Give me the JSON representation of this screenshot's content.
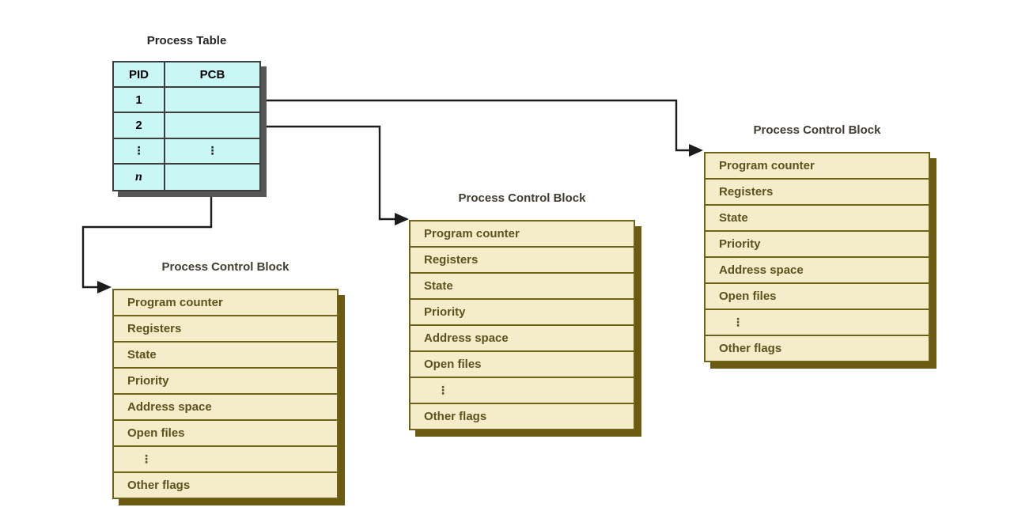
{
  "process_table": {
    "title": "Process Table",
    "columns": [
      "PID",
      "PCB"
    ],
    "rows": [
      {
        "pid": "1",
        "pcb": "pointer-bullet"
      },
      {
        "pid": "2",
        "pcb": "pointer-bullet"
      },
      {
        "pid": "⋮",
        "pcb": "⋮"
      },
      {
        "pid": "n",
        "pcb": "pointer-bullet"
      }
    ]
  },
  "pcb": {
    "title": "Process Control Block",
    "fields": [
      "Program counter",
      "Registers",
      "State",
      "Priority",
      "Address space",
      "Open files",
      "⋮",
      "Other flags"
    ]
  },
  "connections": [
    {
      "from_pid": "1",
      "to_block": "pcb-right"
    },
    {
      "from_pid": "2",
      "to_block": "pcb-middle"
    },
    {
      "from_pid": "n",
      "to_block": "pcb-bottom-left"
    }
  ],
  "colors": {
    "table_fill": "#c9f7f6",
    "table_border": "#3e3e3e",
    "table_shadow": "#555555",
    "pcb_fill": "#f5ecca",
    "pcb_border": "#6e6318",
    "pcb_shadow": "#6b5a10",
    "pcb_text": "#5b521e",
    "pcb_title_text": "#403d31",
    "arrow": "#1c1c1c",
    "background": "#ffffff"
  }
}
